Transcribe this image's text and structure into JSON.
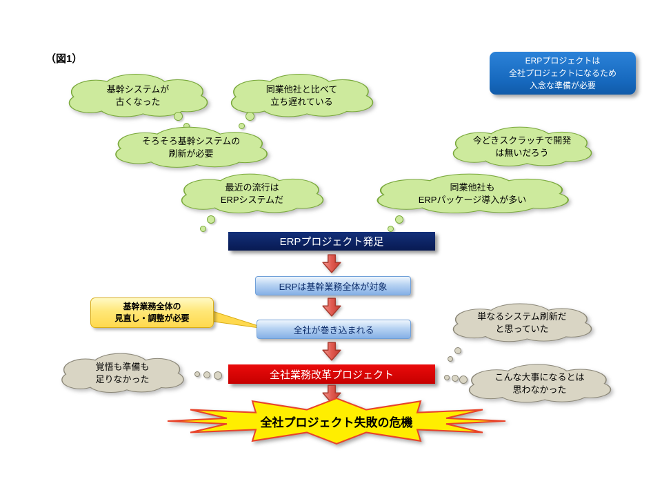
{
  "figure_label": "（図1）",
  "note_box": {
    "text": "ERPプロジェクトは\n全社プロジェクトになるため\n入念な準備が必要"
  },
  "thought_clouds": {
    "green": {
      "old_system": "基幹システムが\n古くなった",
      "behind_peers": "同業他社と比べて\n立ち遅れている",
      "renewal_needed": "そろそろ基幹システムの\n刷新が必要",
      "erp_trend": "最近の流行は\nERPシステムだ",
      "no_scratch": "今どきスクラッチで開発\nは無いだろう",
      "peers_erp": "同業他社も\nERPパッケージ導入が多い"
    },
    "gray": {
      "not_prepared": "覚悟も準備も\n足りなかった",
      "just_renewal": "単なるシステム刷新だ\nと思っていた",
      "big_deal": "こんな大事になるとは\n思わなかった"
    }
  },
  "flow_boxes": {
    "kickoff": "ERPプロジェクト発足",
    "scope": "ERPは基幹業務全体が対象",
    "involved": "全社が巻き込まれる",
    "reform": "全社業務改革プロジェクト",
    "crisis": "全社プロジェクト失敗の危機"
  },
  "callout": {
    "text": "基幹業務全体の\n見直し・調整が必要"
  },
  "colors": {
    "green_cloud_fill": "#cdea9d",
    "green_cloud_stroke": "#7aa93c",
    "gray_cloud_fill": "#d9d5c4",
    "gray_cloud_stroke": "#8b8778",
    "navy_box": "#081a52",
    "process_box_blue": "#85b0e6",
    "red_box": "#c60000",
    "note_box_blue": "#1668bd",
    "callout_yellow": "#ffd94e",
    "starburst_fill": "#ffee00",
    "starburst_stroke": "#e8432a",
    "arrow_red": "#e05a50"
  }
}
